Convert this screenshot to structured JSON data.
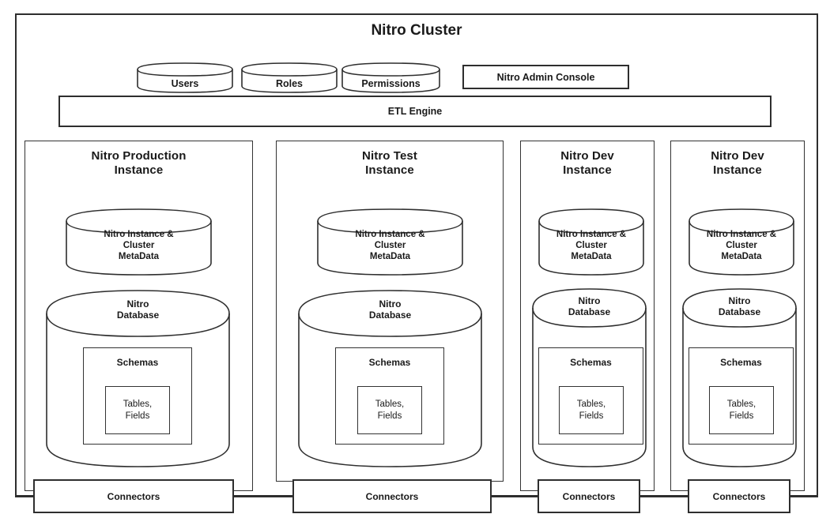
{
  "diagram": {
    "title": "Nitro Cluster",
    "type": "architecture-diagram"
  },
  "cluster_services": {
    "stores": [
      {
        "label": "Users"
      },
      {
        "label": "Roles"
      },
      {
        "label": "Permissions"
      }
    ],
    "admin_console": {
      "label": "Nitro Admin Console"
    },
    "etl": {
      "label": "ETL Engine"
    }
  },
  "instances": [
    {
      "title_line1": "Nitro Production",
      "title_line2": "Instance",
      "metadata": {
        "line1": "Nitro Instance &",
        "line2": "Cluster",
        "line3": "MetaData"
      },
      "database": {
        "line1": "Nitro",
        "line2": "Database"
      },
      "schemas": {
        "label": "Schemas"
      },
      "tables": {
        "line1": "Tables,",
        "line2": "Fields"
      },
      "connector": {
        "label": "Connectors"
      }
    },
    {
      "title_line1": "Nitro Test",
      "title_line2": "Instance",
      "metadata": {
        "line1": "Nitro Instance &",
        "line2": "Cluster",
        "line3": "MetaData"
      },
      "database": {
        "line1": "Nitro",
        "line2": "Database"
      },
      "schemas": {
        "label": "Schemas"
      },
      "tables": {
        "line1": "Tables,",
        "line2": "Fields"
      },
      "connector": {
        "label": "Connectors"
      }
    },
    {
      "title_line1": "Nitro Dev",
      "title_line2": "Instance",
      "metadata": {
        "line1": "Nitro Instance &",
        "line2": "Cluster",
        "line3": "MetaData"
      },
      "database": {
        "line1": "Nitro",
        "line2": "Database"
      },
      "schemas": {
        "label": "Schemas"
      },
      "tables": {
        "line1": "Tables,",
        "line2": "Fields"
      },
      "connector": {
        "label": "Connectors"
      }
    },
    {
      "title_line1": "Nitro Dev",
      "title_line2": "Instance",
      "metadata": {
        "line1": "Nitro Instance &",
        "line2": "Cluster",
        "line3": "MetaData"
      },
      "database": {
        "line1": "Nitro",
        "line2": "Database"
      },
      "schemas": {
        "label": "Schemas"
      },
      "tables": {
        "line1": "Tables,",
        "line2": "Fields"
      },
      "connector": {
        "label": "Connectors"
      }
    }
  ],
  "colors": {
    "stroke": "#2e2e2e",
    "stroke_light": "#333333",
    "background": "#ffffff",
    "text": "#1a1a1a"
  }
}
